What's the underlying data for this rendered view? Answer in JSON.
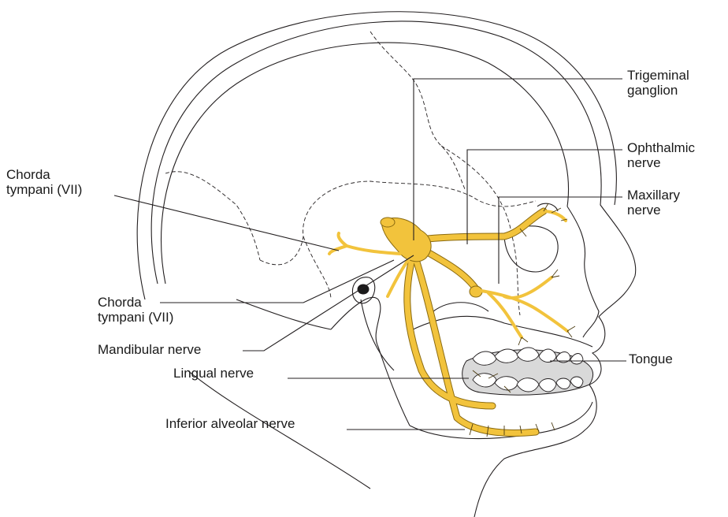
{
  "labels": {
    "trigeminal_ganglion": [
      "Trigeminal",
      "ganglion"
    ],
    "ophthalmic_nerve": [
      "Ophthalmic",
      "nerve"
    ],
    "maxillary_nerve": [
      "Maxillary",
      "nerve"
    ],
    "tongue": "Tongue",
    "chorda_tympani_upper": [
      "Chorda",
      "tympani (VII)"
    ],
    "chorda_tympani_lower": [
      "Chorda",
      "tympani (VII)"
    ],
    "mandibular_nerve": "Mandibular nerve",
    "lingual_nerve": "Lingual nerve",
    "inferior_alveolar_nerve": "Inferior alveolar nerve"
  },
  "colors": {
    "nerve": "#f2c33c",
    "nerve_outline": "#8a6a10",
    "tongue": "#d9d9d9",
    "line": "#231f20",
    "background": "#ffffff"
  }
}
